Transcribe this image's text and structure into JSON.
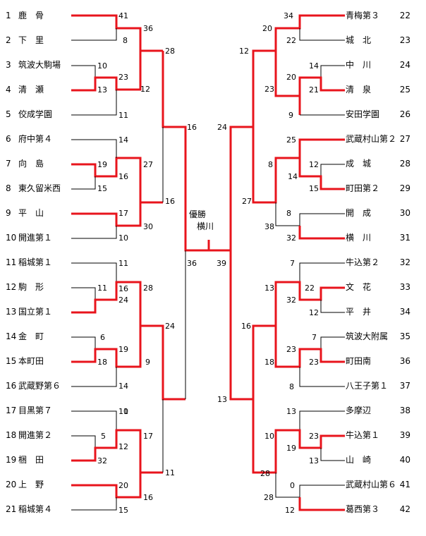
{
  "left_teams": [
    {
      "no": "1",
      "name": "鹿　骨"
    },
    {
      "no": "2",
      "name": "下　里"
    },
    {
      "no": "3",
      "name": "筑波大駒場"
    },
    {
      "no": "4",
      "name": "清　瀬"
    },
    {
      "no": "5",
      "name": "佼成学園"
    },
    {
      "no": "6",
      "name": "府中第４"
    },
    {
      "no": "7",
      "name": "向　島"
    },
    {
      "no": "8",
      "name": "東久留米西"
    },
    {
      "no": "9",
      "name": "平　山"
    },
    {
      "no": "10",
      "name": "開進第１"
    },
    {
      "no": "11",
      "name": "稲城第１"
    },
    {
      "no": "12",
      "name": "駒　形"
    },
    {
      "no": "13",
      "name": "国立第１"
    },
    {
      "no": "14",
      "name": "金　町"
    },
    {
      "no": "15",
      "name": "本町田"
    },
    {
      "no": "16",
      "name": "武蔵野第６"
    },
    {
      "no": "17",
      "name": "目黒第７"
    },
    {
      "no": "18",
      "name": "開進第２"
    },
    {
      "no": "19",
      "name": "梱　田"
    },
    {
      "no": "20",
      "name": "上　野"
    },
    {
      "no": "21",
      "name": "稲城第４"
    }
  ],
  "right_teams": [
    {
      "no": "22",
      "name": "青梅第３"
    },
    {
      "no": "23",
      "name": "城　北"
    },
    {
      "no": "24",
      "name": "中　川"
    },
    {
      "no": "25",
      "name": "清　泉"
    },
    {
      "no": "26",
      "name": "安田学園"
    },
    {
      "no": "27",
      "name": "武蔵村山第２"
    },
    {
      "no": "28",
      "name": "成　城"
    },
    {
      "no": "29",
      "name": "町田第２"
    },
    {
      "no": "30",
      "name": "開　成"
    },
    {
      "no": "31",
      "name": "横　川"
    },
    {
      "no": "32",
      "name": "牛込第２"
    },
    {
      "no": "33",
      "name": "文　花"
    },
    {
      "no": "34",
      "name": "平　井"
    },
    {
      "no": "35",
      "name": "筑波大附属"
    },
    {
      "no": "36",
      "name": "町田南"
    },
    {
      "no": "37",
      "name": "八王子第１"
    },
    {
      "no": "38",
      "name": "多摩辺"
    },
    {
      "no": "39",
      "name": "牛込第１"
    },
    {
      "no": "40",
      "name": "山　崎"
    },
    {
      "no": "41",
      "name": "武蔵村山第６"
    },
    {
      "no": "42",
      "name": "葛西第３"
    }
  ],
  "champion": {
    "label": "優勝",
    "team": "横川"
  },
  "scores": [
    "41",
    "8",
    "36",
    "28",
    "10",
    "13",
    "23",
    "12",
    "11",
    "16",
    "14",
    "19",
    "16",
    "15",
    "27",
    "17",
    "10",
    "30",
    "16",
    "11",
    "11",
    "16",
    "28",
    "24",
    "24",
    "6",
    "18",
    "19",
    "9",
    "14",
    "11",
    "0",
    "5",
    "12",
    "32",
    "17",
    "20",
    "16",
    "15",
    "11",
    "36",
    "39",
    "34",
    "22",
    "20",
    "12",
    "14",
    "21",
    "20",
    "9",
    "23",
    "25",
    "12",
    "15",
    "14",
    "8",
    "8",
    "32",
    "38",
    "27",
    "24",
    "7",
    "22",
    "12",
    "32",
    "13",
    "7",
    "23",
    "8",
    "23",
    "18",
    "16",
    "13",
    "23",
    "13",
    "19",
    "10",
    "0",
    "12",
    "28",
    "28",
    "13"
  ],
  "colors": {
    "winner": "#e8141c",
    "line": "#000000",
    "text": "#000000"
  }
}
